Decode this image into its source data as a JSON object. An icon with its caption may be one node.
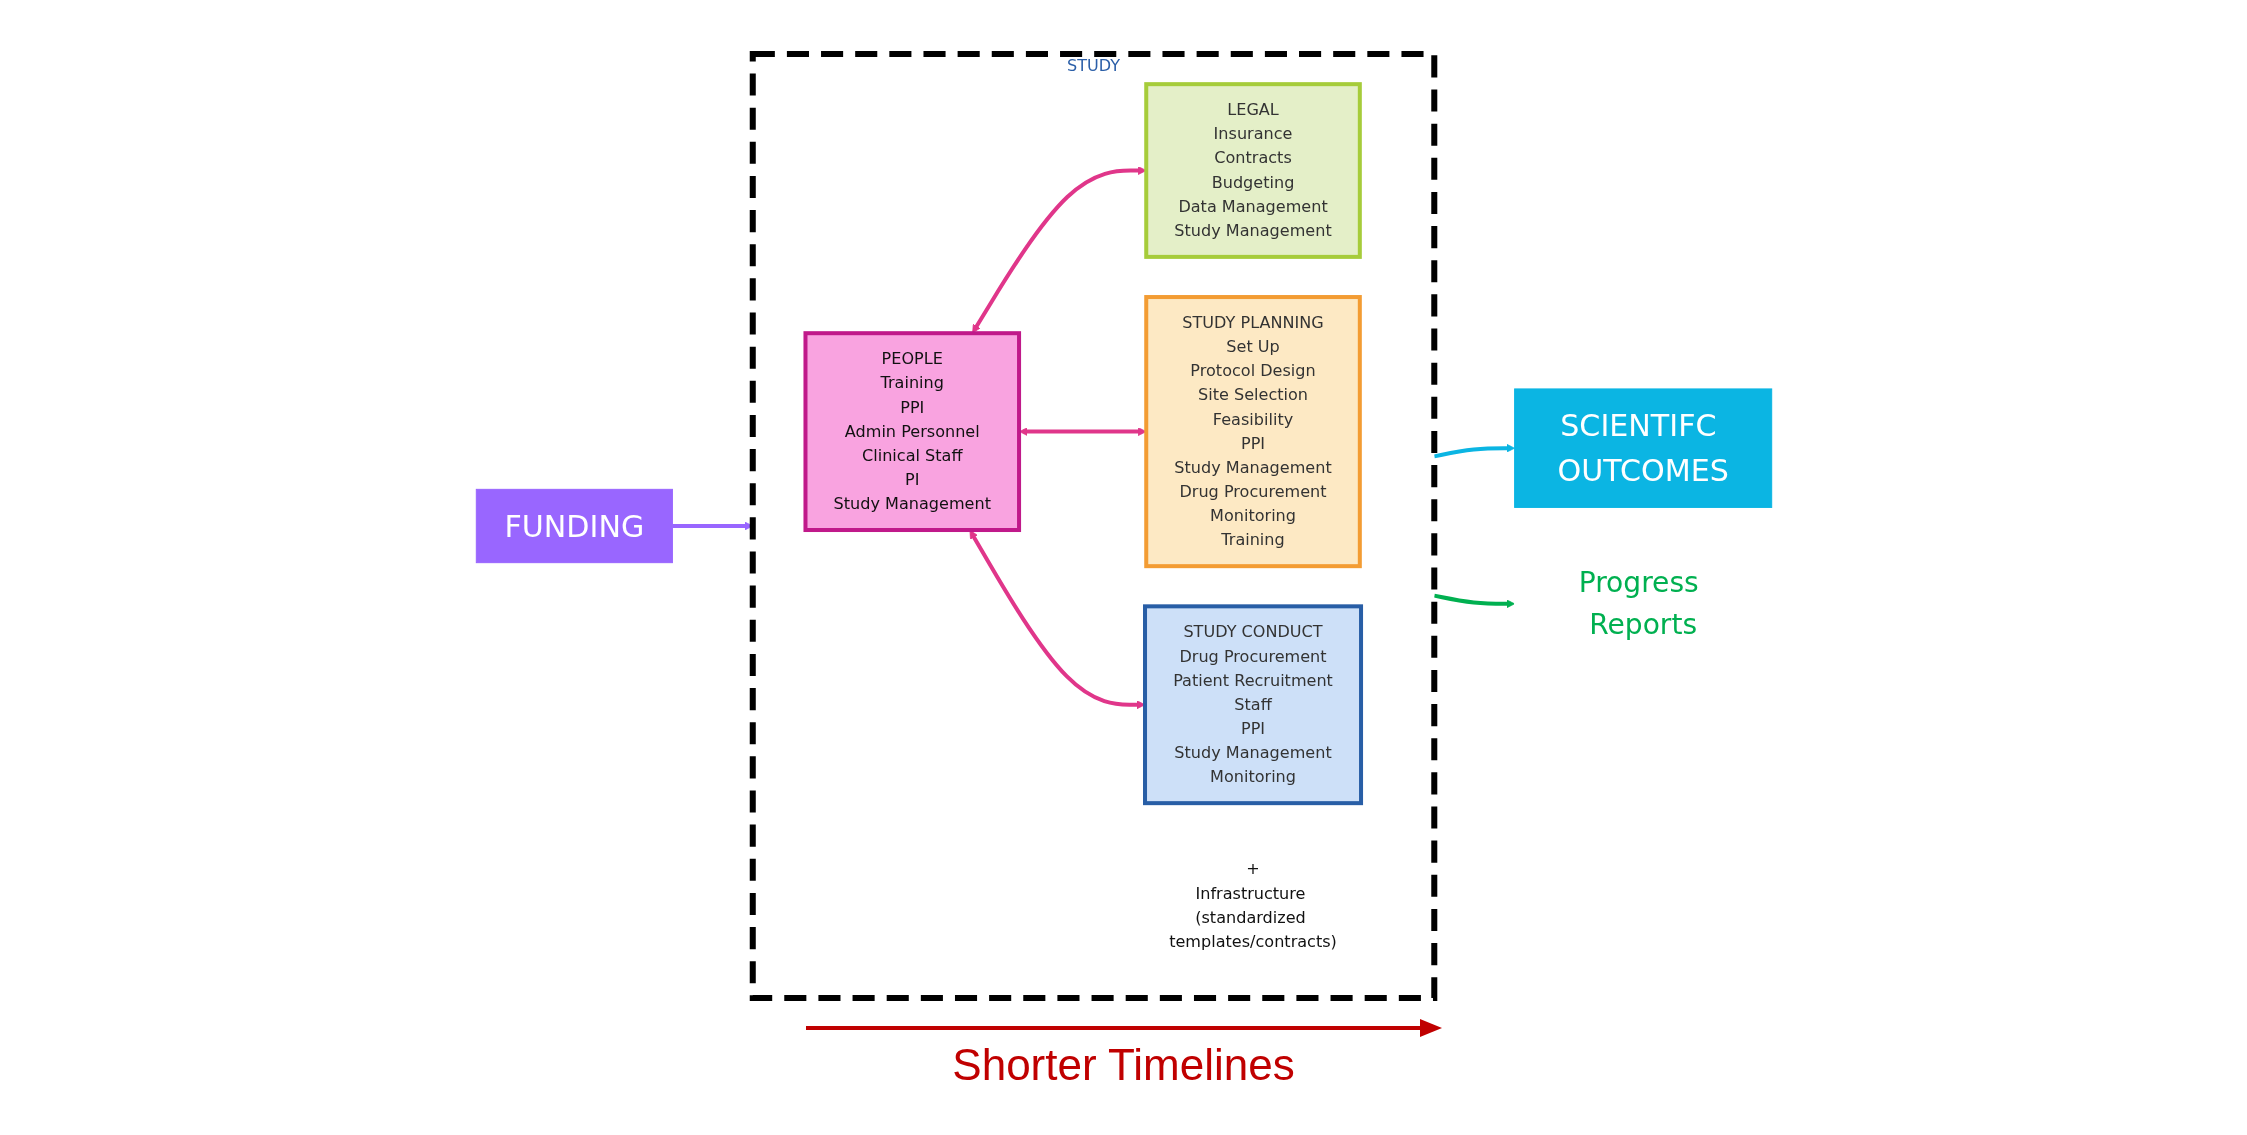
{
  "diagram": {
    "nodes": [
      {
        "text": [
          "STUDY"
        ]
      },
      {
        "text": [
          "PEOPLE",
          "Training",
          "PPI",
          "Admin Personnel",
          "Clinical Staff",
          "PI",
          "Study Management"
        ],
        "in": 0
      },
      {
        "text": [
          "+",
          "Infrastructure (standardized templates/contracts)"
        ],
        "in": 0
      },
      {
        "text": [
          "LEGAL",
          "Insurance",
          "Contracts",
          "Budgeting",
          "Data Management",
          "Study Management"
        ],
        "in": 0
      },
      {
        "text": [
          "STUDY PLANNING",
          "Set Up",
          "Protocol Design",
          "Site Selection",
          "Feasibility",
          "PPI",
          "Study Management",
          "Drug Procurement",
          "Monitoring",
          "Training"
        ],
        "in": 0
      },
      {
        "text": [
          "STUDY CONDUCT",
          "Drug Procurement",
          "Patient Recruitment",
          "Staff",
          "PPI",
          "Study Management",
          "Monitoring"
        ],
        "in": 0
      },
      {
        "text": [
          "FUNDING"
        ]
      },
      {
        "text": [
          "SCIENTIFC OUTCOMES"
        ]
      },
      {
        "text": [
          "Progress Reports"
        ]
      }
    ],
    "edges": [
      {
        "from": 1,
        "to": 3,
        "arrow": "both"
      },
      {
        "from": 1,
        "to": 4,
        "arrow": "both"
      },
      {
        "from": 1,
        "to": 5,
        "arrow": "both"
      },
      {
        "from": 6,
        "to": 0,
        "arrow": "to",
        "color": "#9966ff"
      },
      {
        "from": 0,
        "to": 7,
        "arrow": "to",
        "color": "#0bb5e3"
      },
      {
        "from": 0,
        "to": 8,
        "arrow": "to",
        "color": "#00b050"
      }
    ],
    "labels": [
      "Shorter Timelines"
    ]
  }
}
